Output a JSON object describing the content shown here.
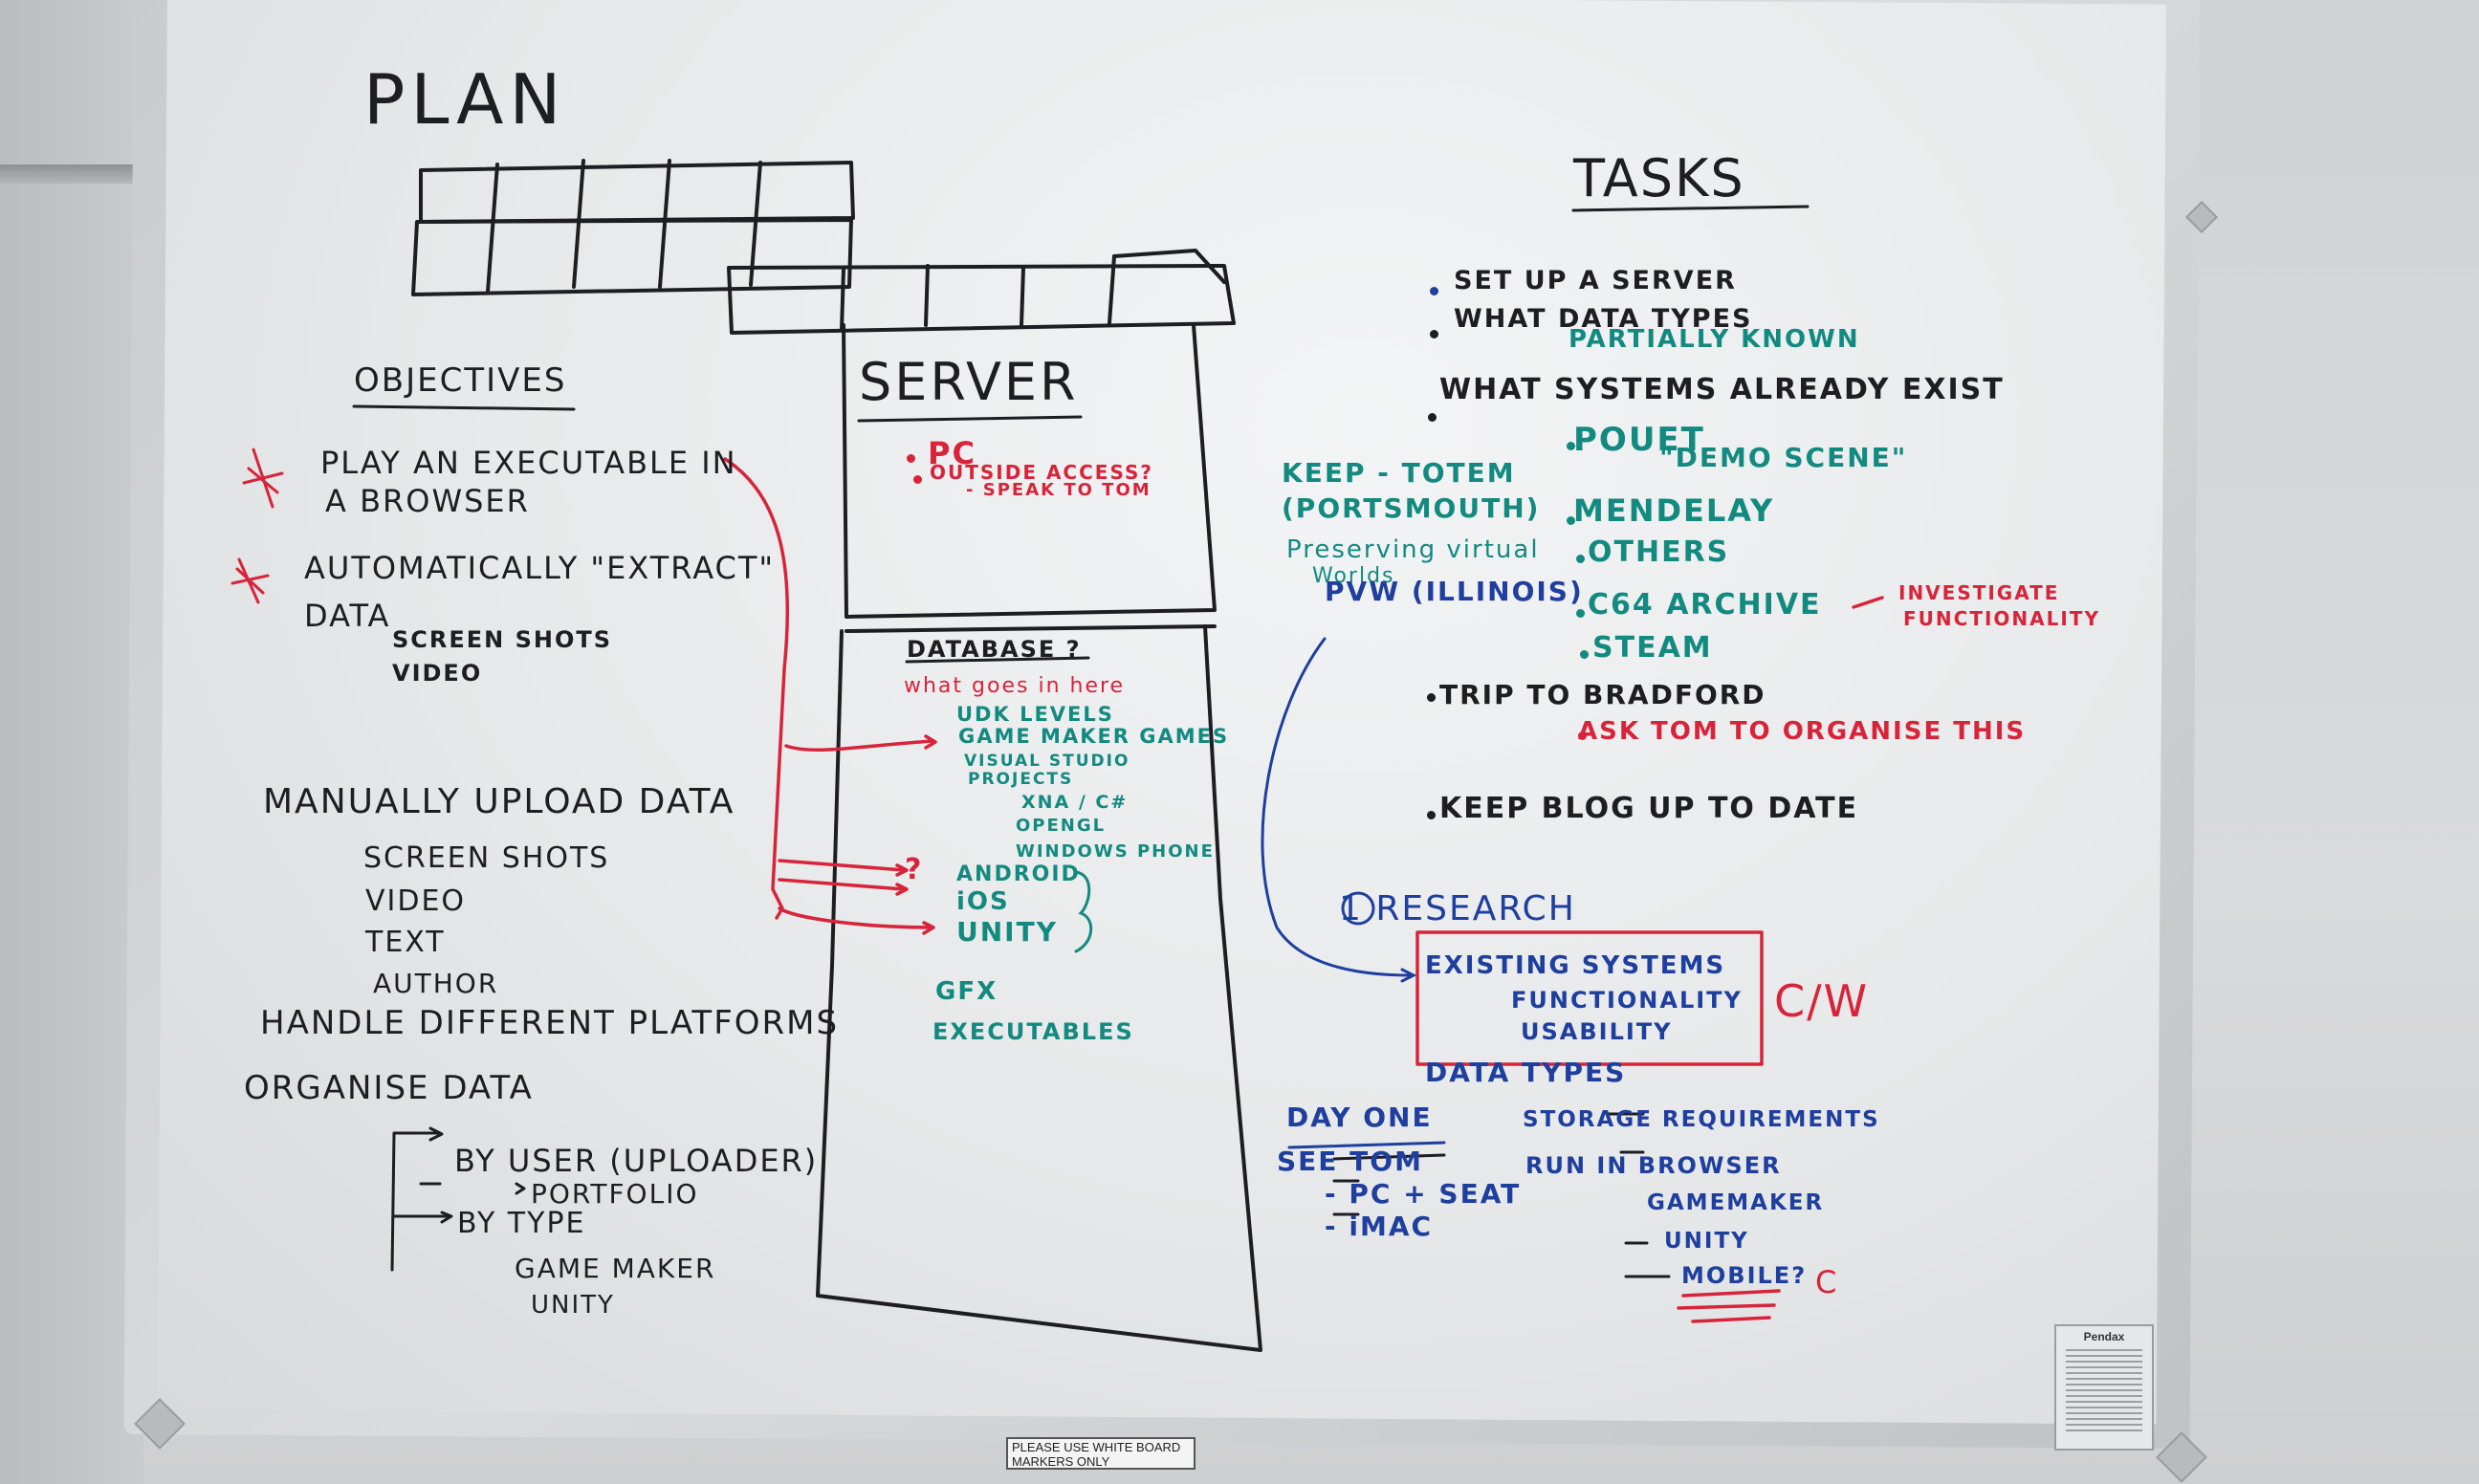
{
  "plan": {
    "title": "PLAN"
  },
  "server": {
    "title": "SERVER",
    "items": [
      "PC",
      "OUTSIDE ACCESS?",
      "- SPEAK TO TOM"
    ]
  },
  "database": {
    "title": "DATABASE ?",
    "question": "what goes in here",
    "items": [
      "UDK LEVELS",
      "GAME MAKER GAMES",
      "VISUAL STUDIO",
      "PROJECTS"
    ],
    "sub_items": [
      "XNA / C#",
      "OPENGL",
      "WINDOWS PHONE"
    ],
    "platforms": [
      "ANDROID",
      "iOS",
      "UNITY"
    ],
    "other": [
      "GFX",
      "EXECUTABLES"
    ]
  },
  "objectives": {
    "title": "OBJECTIVES",
    "items": [
      "PLAY AN EXECUTABLE IN",
      "A BROWSER",
      "AUTOMATICALLY \"EXTRACT\"",
      "DATA",
      "SCREEN SHOTS",
      "VIDEO",
      "MANUALLY UPLOAD DATA",
      "SCREEN SHOTS",
      "VIDEO",
      "TEXT",
      "AUTHOR",
      "HANDLE DIFFERENT PLATFORMS",
      "ORGANISE DATA",
      "BY USER (UPLOADER)",
      "PORTFOLIO",
      "BY TYPE",
      "GAME MAKER",
      "UNITY"
    ]
  },
  "tasks": {
    "title": "TASKS",
    "items": [
      "SET UP A SERVER",
      "WHAT DATA TYPES",
      "PARTIALLY KNOWN",
      "WHAT SYSTEMS ALREADY EXIST",
      "POUET",
      "\"DEMO SCENE\"",
      "MENDELAY",
      "OTHERS",
      "C64 ARCHIVE",
      "STEAM",
      "TRIP TO BRADFORD",
      "ASK TOM TO ORGANISE THIS",
      "KEEP BLOG UP TO DATE"
    ],
    "investigate": [
      "INVESTIGATE",
      "FUNCTIONALITY"
    ],
    "keep_totem": [
      "KEEP - TOTEM",
      "(PORTSMOUTH)",
      "Preserving virtual",
      "Worlds",
      "PVW (ILLINOIS)"
    ]
  },
  "research": {
    "title": "1 RESEARCH",
    "items": [
      "EXISTING SYSTEMS",
      "FUNCTIONALITY",
      "USABILITY",
      "DATA TYPES",
      "STORAGE REQUIREMENTS",
      "RUN IN BROWSER",
      "GAMEMAKER",
      "UNITY",
      "MOBILE?"
    ],
    "cw": "C/W",
    "c": "C"
  },
  "day_one": {
    "title": "DAY ONE",
    "items": [
      "SEE TOM",
      "- PC + SEAT",
      "- iMAC"
    ]
  },
  "labels": {
    "pendax": "Pendax",
    "sticker_1": "PLEASE USE WHITE BOARD",
    "sticker_2": "MARKERS ONLY"
  },
  "colors": {
    "black_marker": "#1d1d22",
    "red_marker": "#d8243a",
    "teal_marker": "#138a80",
    "blue_marker": "#1f3f9e"
  }
}
